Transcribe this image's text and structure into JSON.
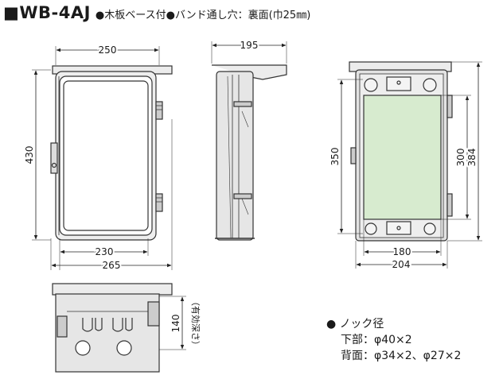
{
  "header": {
    "title": "■WB-4AJ",
    "subtitle": "●木板ベース付●バンド通し穴：裏面(巾25㎜)"
  },
  "dimensions": {
    "front_width": "250",
    "front_height": "430",
    "front_inner_width": "230",
    "front_outer_width": "265",
    "side_depth": "195",
    "back_height": "350",
    "back_plate_height": "300",
    "back_total_height": "384",
    "back_inner_width": "180",
    "back_outer_width": "204",
    "bottom_depth": "140",
    "bottom_depth_note": "（有効深さ）"
  },
  "knock": {
    "title": "● ノック径",
    "bottom": "下部：φ40×2",
    "back": "背面：φ34×2、φ27×2"
  },
  "colors": {
    "line": "#333333",
    "fill_gray": "#d9d9d9",
    "plate_green": "#d7ebcf"
  }
}
